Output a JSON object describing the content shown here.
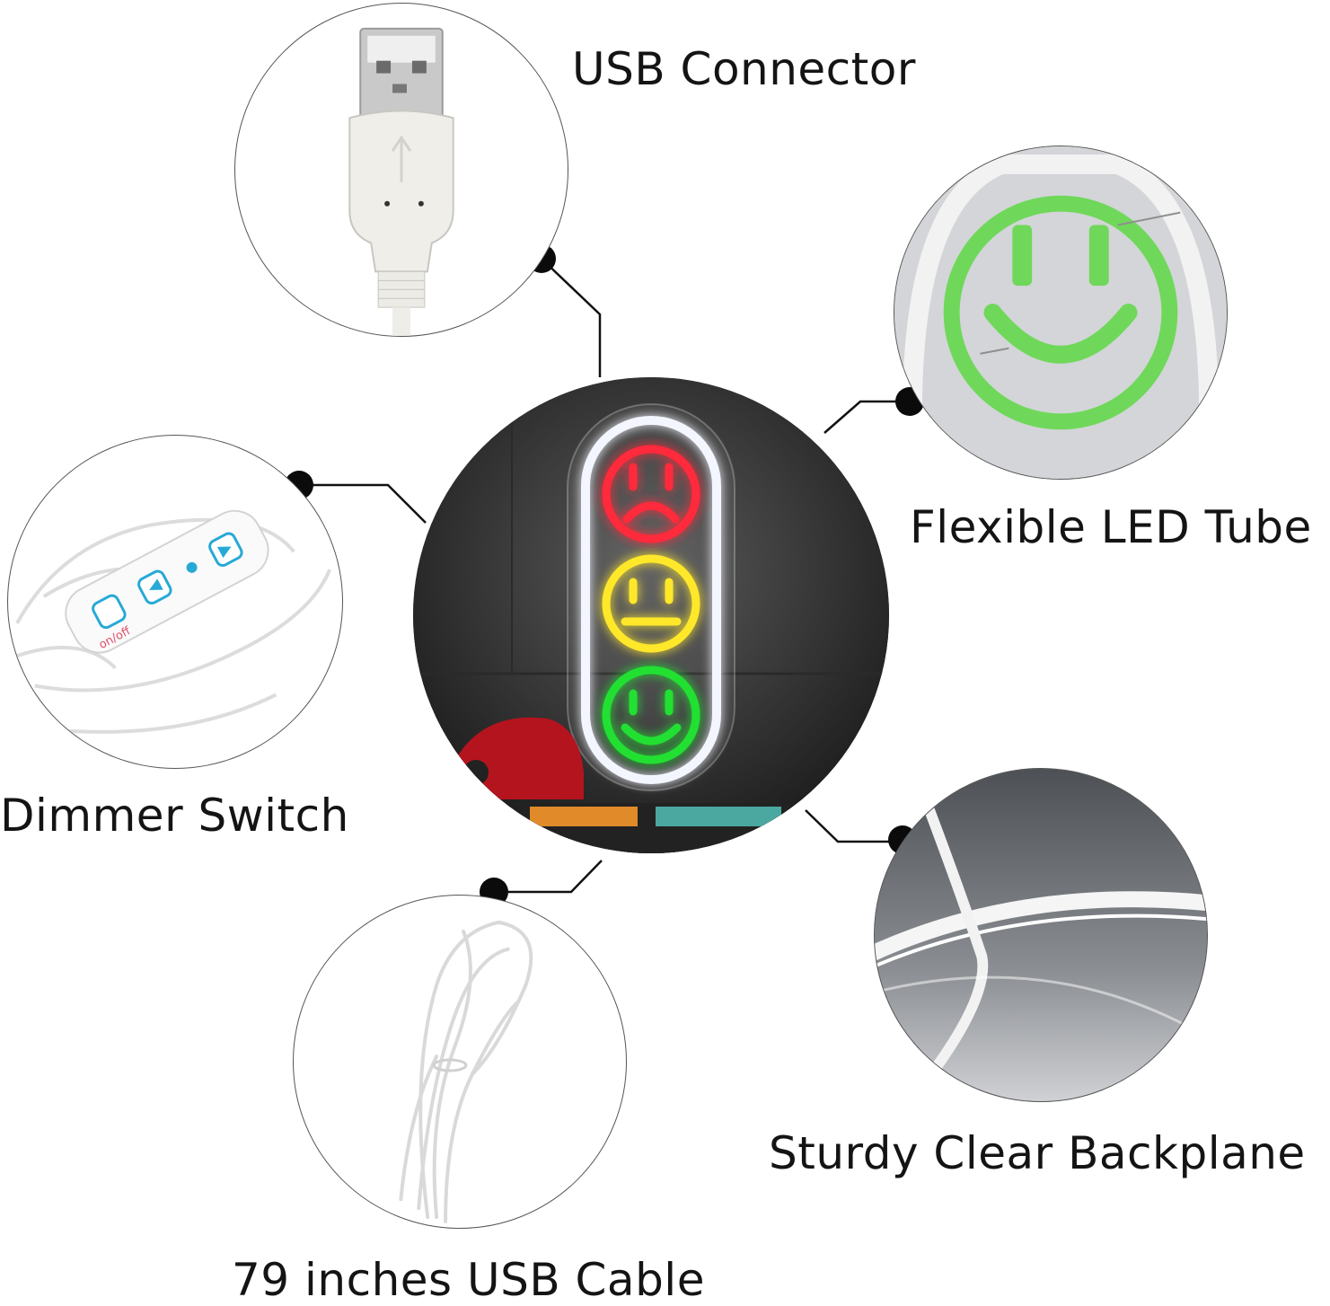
{
  "labels": {
    "usb_connector": "USB Connector",
    "flexible_led_tube": "Flexible LED Tube",
    "dimmer_switch": "Dimmer Switch",
    "usb_cable": "79 inches USB Cable",
    "backplane": "Sturdy Clear Backplane"
  },
  "dimmer": {
    "power_text": "on/off"
  },
  "colors": {
    "red_face": "#ff2a3a",
    "yellow_face": "#ffe82a",
    "green_face": "#22e030",
    "tube_green": "#6fd85a",
    "frame_white": "#f4f6ff",
    "dot": "#0b0b0b"
  }
}
